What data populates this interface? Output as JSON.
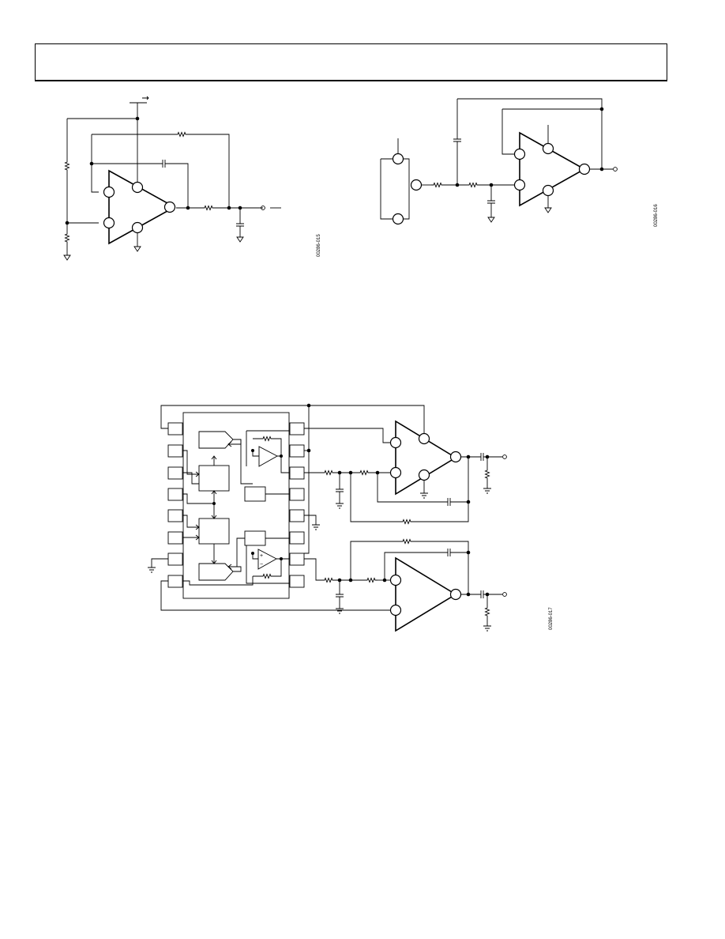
{
  "figures": [
    {
      "id": "figure-1",
      "figure_code": "00286-015"
    },
    {
      "id": "figure-2",
      "figure_code": "00286-016"
    },
    {
      "id": "figure-3",
      "figure_code": "00286-017"
    }
  ],
  "colors": {
    "ink": "#000000",
    "paper": "#ffffff"
  }
}
